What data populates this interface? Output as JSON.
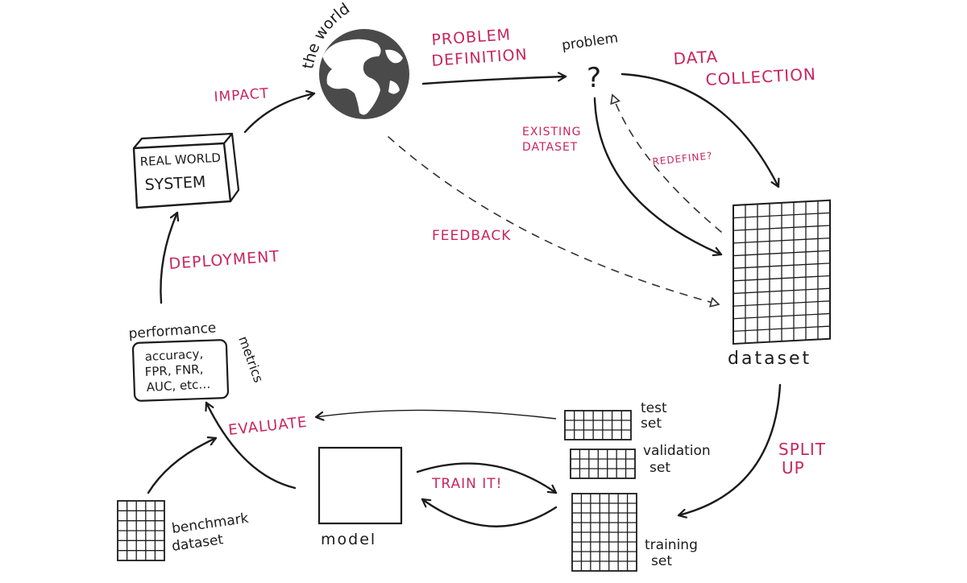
{
  "nodes": {
    "world": "the world",
    "problem": "problem",
    "problem_mark": "?",
    "real_world_system": [
      "REAL WORLD",
      "SYSTEM"
    ],
    "performance": "performance",
    "metrics_box": [
      "accuracy,",
      "FPR, FNR,",
      "AUC, etc…"
    ],
    "metrics": "metrics",
    "dataset": "dataset",
    "test_set": [
      "test",
      "set"
    ],
    "validation_set": [
      "validation",
      "set"
    ],
    "training_set": [
      "training",
      "set"
    ],
    "model": "model",
    "benchmark_dataset": [
      "benchmark",
      "dataset"
    ]
  },
  "edges": {
    "problem_definition": [
      "PROBLEM",
      "DEFINITION"
    ],
    "data_collection": [
      "DATA",
      "COLLECTION"
    ],
    "existing_dataset": [
      "EXISTING",
      "DATASET"
    ],
    "redefine": "REDEFINE?",
    "feedback": "FEEDBACK",
    "impact": "IMPACT",
    "deployment": "DEPLOYMENT",
    "split_up": [
      "SPLIT",
      "UP"
    ],
    "train_it": "TRAIN IT!",
    "evaluate": "EVALUATE"
  },
  "colors": {
    "ink": "#1b1b1b",
    "accent": "#c8265e",
    "globe": "#4a4a4a"
  },
  "icons": {
    "world": "globe-icon"
  }
}
